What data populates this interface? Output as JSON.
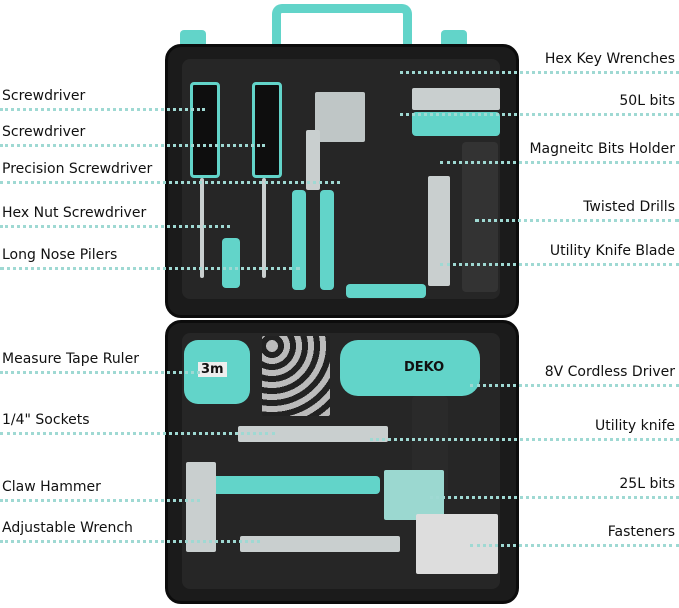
{
  "brand": "DEKO",
  "colors": {
    "accent": "#62d4c9",
    "case": "#1b1b1b",
    "leader_dots": "#9fd9d3"
  },
  "left_labels": [
    "Screwdriver",
    "Screwdriver",
    "Precision Screwdriver",
    "Hex Nut Screwdriver",
    "Long Nose Pilers",
    "Measure Tape Ruler",
    "1/4\" Sockets",
    "Claw Hammer",
    "Adjustable Wrench"
  ],
  "right_labels": [
    "Hex Key Wrenches",
    "50L bits",
    "Magneitc Bits Holder",
    "Twisted Drills",
    "Utility Knife Blade",
    "8V Cordless Driver",
    "Utility knife",
    "25L bits",
    "Fasteners"
  ],
  "tape_label": "3m"
}
